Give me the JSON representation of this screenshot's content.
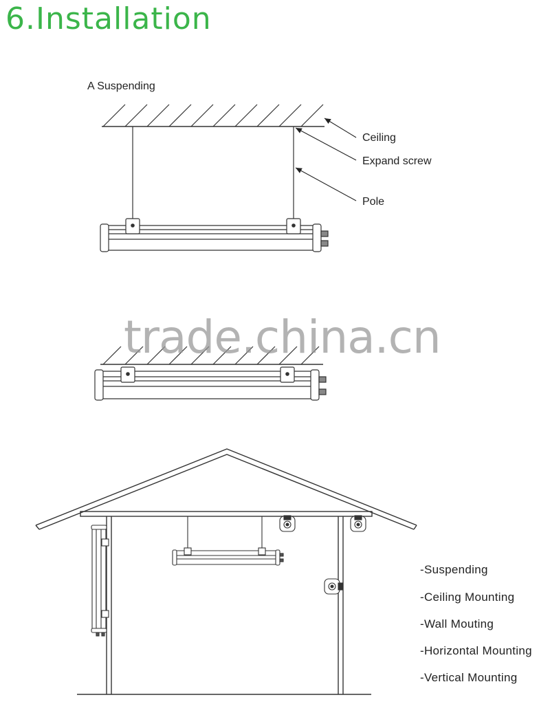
{
  "title": "6.Installation",
  "section_label": "A Suspending",
  "callouts": {
    "ceiling": "Ceiling",
    "expand_screw": "Expand screw",
    "pole": "Pole"
  },
  "watermark": "trade.china.cn",
  "mounting_types": [
    "-Suspending",
    "-Ceiling Mounting",
    "-Wall Mouting",
    "-Horizontal Mounting",
    "-Vertical Mounting"
  ],
  "colors": {
    "title": "#3bb54a",
    "line": "#333333"
  }
}
